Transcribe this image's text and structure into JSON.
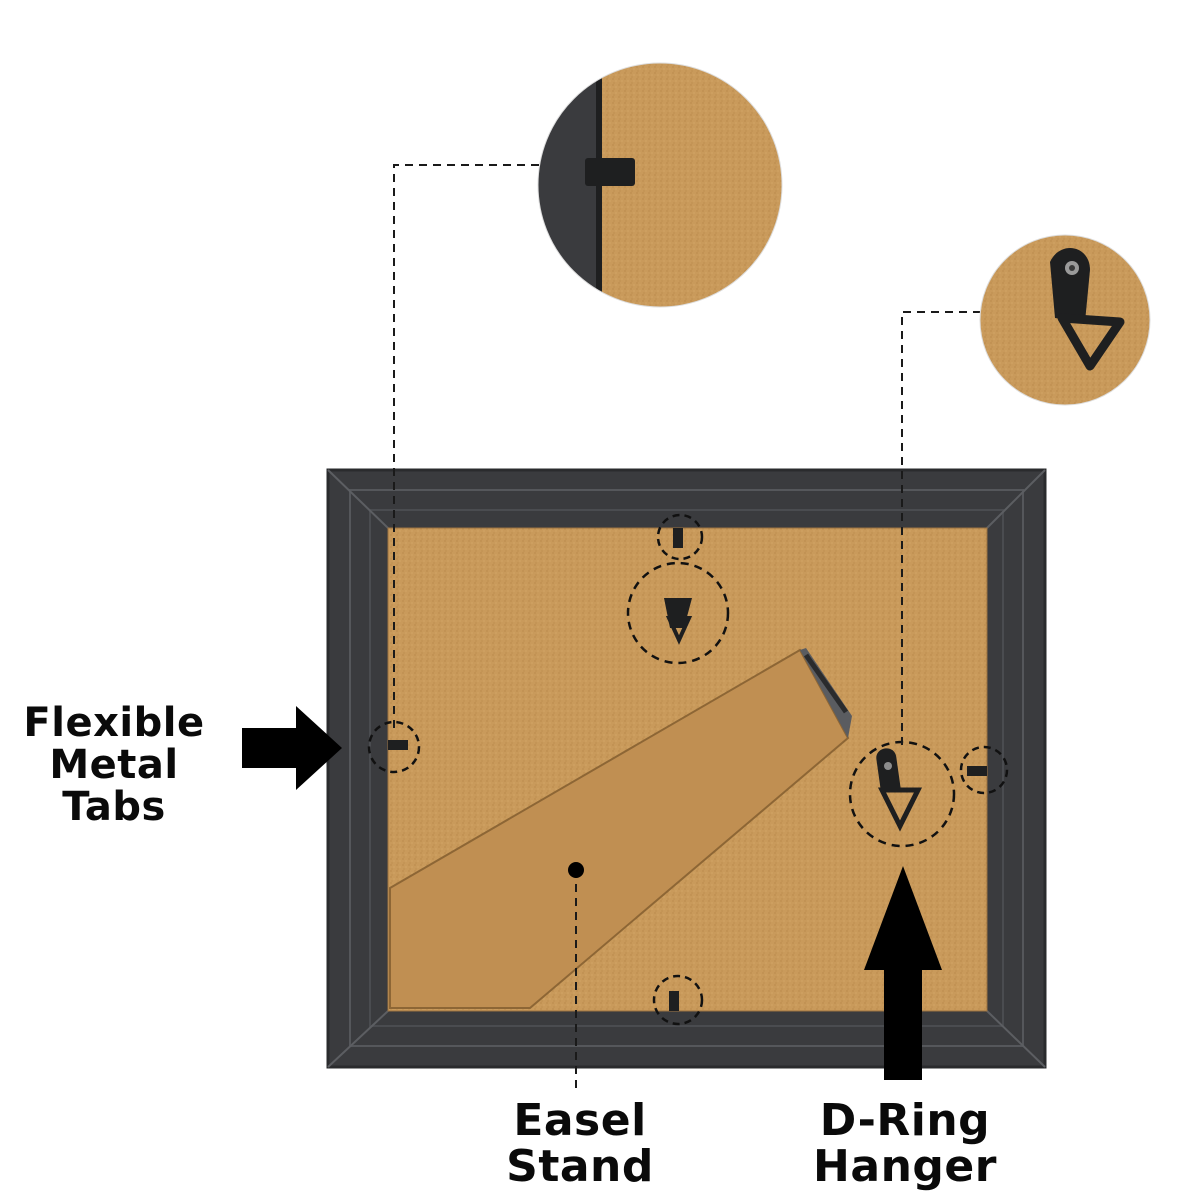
{
  "labels": {
    "flexible_line1": "Flexible",
    "flexible_line2": "Metal Tabs",
    "easel": "Easel Stand",
    "dring": "D-Ring Hanger"
  },
  "colors": {
    "background": "#ffffff",
    "frame": "#3a3b3e",
    "frame_edge": "#2a2b2d",
    "backing": "#c99a5b",
    "backing_dark": "#b8884c",
    "hardware": "#202122",
    "arrow": "#000000",
    "dashed": "#1a1a1a"
  },
  "icons": {
    "tab_zoom": "metal-tab-zoom-icon",
    "dring_zoom": "d-ring-zoom-icon"
  }
}
